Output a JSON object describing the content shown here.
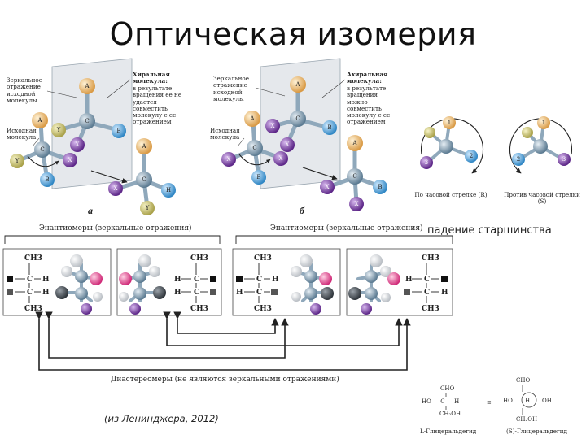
{
  "title": "Оптическая изомерия",
  "panel_a": {
    "mirror_label": "Зеркальное отражение исходной молекулы",
    "chiral_title": "Хиральная молекула:",
    "chiral_text": "в результате вращения ее не удается совместить молекулу с ее отражением",
    "source_label": "Исходная молекула",
    "letter": "а"
  },
  "panel_b": {
    "mirror_label": "Зеркальное отражение исходной молекулы",
    "achiral_title": "Ахиральная молекула:",
    "achiral_text": "в результате вращения можно совместить молекулу с ее отражением",
    "source_label": "Исходная молекула",
    "letter": "б"
  },
  "rotation": {
    "cw_label": "По часовой стрелке (R)",
    "ccw_label": "Против часовой стрелки (S)"
  },
  "priority_label": "падение старшинства",
  "enantiomers_label": "Энантиомеры (зеркальные отражения)",
  "diastereomers_label": "Диастереомеры (не являются зеркальными отражениями)",
  "citation": "(из Ленинджера, 2012)",
  "glyceraldehyde": {
    "l_label": "L-Глицеральдегид",
    "s_label": "(S)-Глицеральдегид"
  },
  "atoms": {
    "A": "A",
    "X": "X",
    "Y": "Y",
    "B": "B",
    "n1": "1",
    "n2": "2",
    "n3": "3",
    "C": "C",
    "H": "H"
  },
  "fischer": {
    "ch3": "CH3",
    "c": "C",
    "h": "H"
  },
  "colors": {
    "atom_a": "#e8b86a",
    "atom_b": "#4aa3df",
    "atom_x": "#7b3fa3",
    "atom_y": "#c9c267",
    "atom_c": "#7f9fb5",
    "mirror": "#b9c3cc"
  }
}
